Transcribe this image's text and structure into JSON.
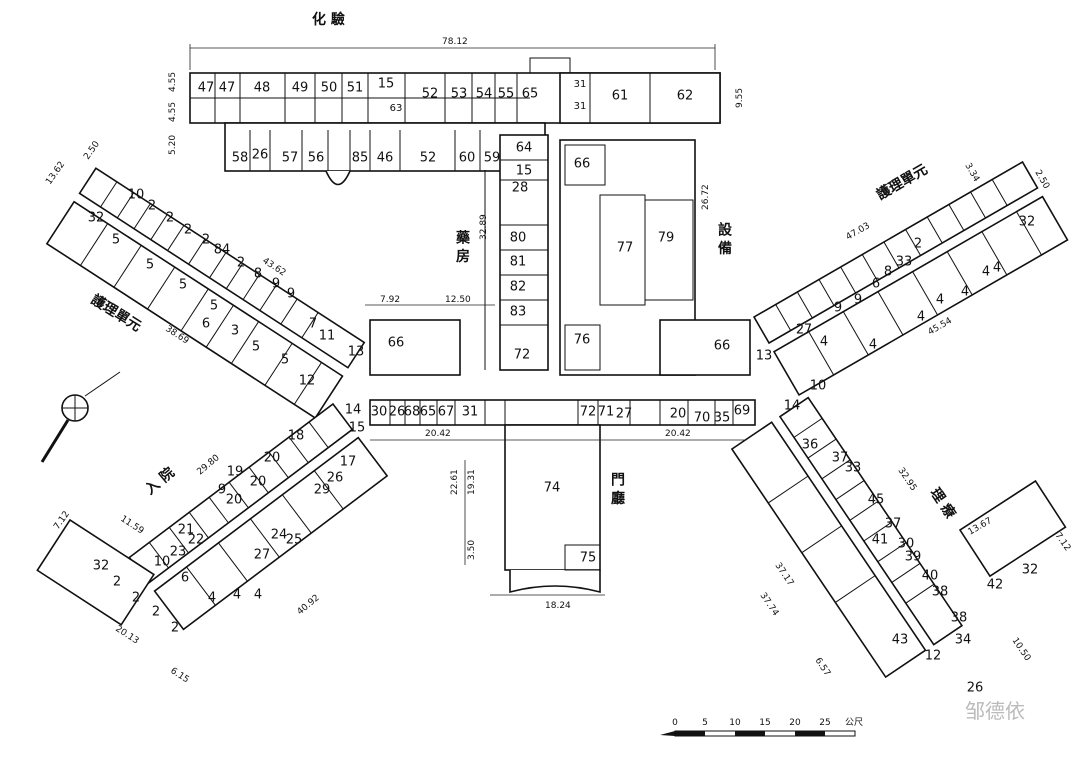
{
  "zones": {
    "lab": "化 驗",
    "pharmacy": "藥 房",
    "equipment": "設 備",
    "care_unit_right": "護理單元",
    "care_unit_left": "護理單元",
    "admission": "入 院",
    "lobby": "門 廳",
    "treatment": "理 療"
  },
  "dimensions": {
    "top_width": "78.12",
    "left_wing_len": "43.62",
    "left_wing_len2": "38.69",
    "right_wing_len": "47.03",
    "right_wing_len2": "45.54",
    "lower_left": "29.80",
    "lower_right": "32.95",
    "center_left": "20.42",
    "center_right": "20.42",
    "lobby_w": "18.24",
    "lobby_h1": "22.61",
    "lobby_h2": "19.31",
    "lobby_base": "3.50",
    "pharmacy_h": "32.89",
    "equip_h": "26.72",
    "corr_a": "7.92",
    "corr_b": "12.50",
    "lr_a": "20.13",
    "lr_b": "6.15",
    "lr_c": "7.12",
    "lr_d": "11.59",
    "lr_e": "40.92",
    "rr_a": "13.67",
    "rr_b": "7.12",
    "rr_c": "10.50",
    "rr_d": "37.17",
    "rr_e": "37.74",
    "rr_f": "6.57",
    "top_l1": "4.55",
    "top_l2": "4.55",
    "top_l3": "5.20",
    "top_r": "9.55",
    "ul_a": "2.50",
    "ul_b": "13.62",
    "ur_a": "3.34",
    "ur_b": "2.50"
  },
  "scale": {
    "ticks": [
      "0",
      "5",
      "10",
      "15",
      "20",
      "25"
    ],
    "unit": "公尺"
  },
  "watermark": "邹德依",
  "rooms": {
    "top_row1": [
      "47",
      "47",
      "48",
      "49",
      "50",
      "51",
      "15",
      "52",
      "53",
      "54",
      "55",
      "65",
      "61",
      "62"
    ],
    "top_small": [
      "63",
      "31",
      "31"
    ],
    "top_row2": [
      "58",
      "26",
      "57",
      "56",
      "85",
      "46",
      "52",
      "60",
      "59"
    ],
    "pharmacy": [
      "64",
      "15",
      "28",
      "80",
      "81",
      "82",
      "83",
      "72"
    ],
    "equipment": [
      "66",
      "77",
      "79",
      "76",
      "66"
    ],
    "left_center": [
      "66"
    ],
    "left_upper": [
      "10",
      "2",
      "2",
      "2",
      "2",
      "84",
      "2",
      "8",
      "9",
      "9",
      "7",
      "11",
      "13",
      "32",
      "5",
      "5",
      "5",
      "5",
      "6",
      "3",
      "5",
      "5",
      "12"
    ],
    "right_upper": [
      "13",
      "2",
      "9",
      "7",
      "9",
      "6",
      "8",
      "33",
      "2",
      "4",
      "4",
      "4",
      "4",
      "4",
      "4",
      "4",
      "32",
      "10"
    ],
    "center_row": [
      "30",
      "26",
      "68",
      "65",
      "67",
      "31",
      "72",
      "71",
      "27",
      "20",
      "70",
      "35",
      "69"
    ],
    "lobby": [
      "74",
      "75"
    ],
    "left_lower": [
      "15",
      "14",
      "18",
      "20",
      "20",
      "29",
      "26",
      "17",
      "9",
      "20",
      "21",
      "22",
      "23",
      "24",
      "25",
      "4",
      "4",
      "4",
      "27",
      "6",
      "10",
      "32",
      "2",
      "2",
      "2",
      "2",
      "19"
    ],
    "right_lower": [
      "14",
      "36",
      "37",
      "33",
      "45",
      "37",
      "30",
      "39",
      "40",
      "38",
      "41",
      "43",
      "42",
      "32",
      "12",
      "26",
      "38",
      "34"
    ]
  }
}
